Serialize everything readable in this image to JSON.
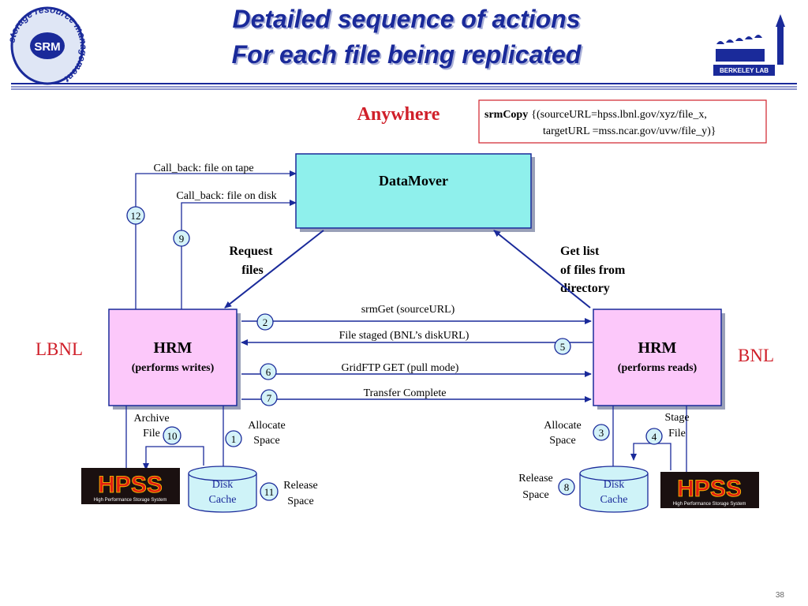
{
  "title": {
    "line1": "Detailed sequence of actions",
    "line2": "For each file being replicated"
  },
  "logos": {
    "srm": {
      "center": "SRM",
      "ring": "storage resource management"
    },
    "berkeley": {
      "name": "BERKELEY LAB"
    },
    "hpss": {
      "name": "HPSS",
      "subtitle": "High Performance Storage System"
    }
  },
  "colors": {
    "title": "#1a2a9a",
    "lines": "#1a2a9a",
    "datamover_fill": "#8ff0ec",
    "hrm_fill": "#fcc8fa",
    "disk_fill": "#cff3f8",
    "circle_fill": "#d4f2f8",
    "callout_border": "#d0202a",
    "site_label": "#d0202a"
  },
  "labels": {
    "anywhere": "Anywhere",
    "lbnl": "LBNL",
    "bnl": "BNL",
    "request_files": [
      "Request",
      "files"
    ],
    "get_list": [
      "Get list",
      "of files from",
      "directory"
    ]
  },
  "srmcopy": {
    "keyword": "srmCopy",
    "line1": "{(sourceURL=hpss.lbnl.gov/xyz/file_x,",
    "line2": "targetURL =mss.ncar.gov/uvw/file_y)}"
  },
  "datamover": {
    "label": "DataMover"
  },
  "hrm_left": {
    "title": "HRM",
    "subtitle": "(performs writes)"
  },
  "hrm_right": {
    "title": "HRM",
    "subtitle": "(performs reads)"
  },
  "disk_cache": [
    "Disk",
    "Cache"
  ],
  "messages": {
    "callback_tape": "Call_back: file on tape",
    "callback_disk": "Call_back: file on disk",
    "srmget": "srmGet (sourceURL)",
    "file_staged": "File staged (BNL’s diskURL)",
    "gridftp": "GridFTP GET (pull mode)",
    "transfer_complete": "Transfer Complete",
    "archive_file": [
      "Archive",
      "File"
    ],
    "allocate_space": [
      "Allocate",
      "Space"
    ],
    "release_space": [
      "Release",
      "Space"
    ],
    "stage_file": [
      "Stage",
      "File"
    ]
  },
  "steps": [
    "1",
    "2",
    "3",
    "4",
    "5",
    "6",
    "7",
    "8",
    "9",
    "10",
    "11",
    "12"
  ],
  "page_number": "38"
}
